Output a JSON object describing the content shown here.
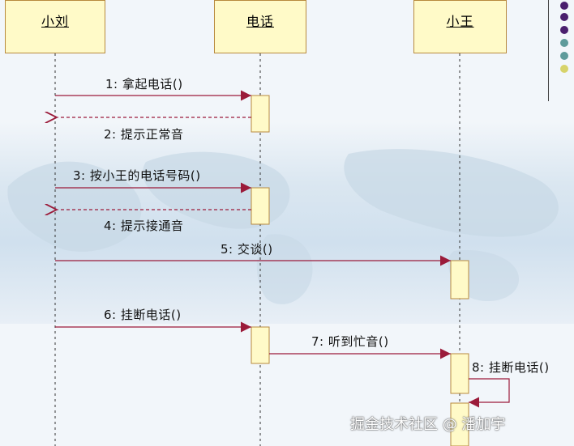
{
  "objects": [
    {
      "label": "小刘"
    },
    {
      "label": "电话"
    },
    {
      "label": "小王"
    }
  ],
  "messages": [
    {
      "label": "1: 拿起电话()"
    },
    {
      "label": "2: 提示正常音"
    },
    {
      "label": "3: 按小王的电话号码()"
    },
    {
      "label": "4: 提示接通音"
    },
    {
      "label": "5: 交谈()"
    },
    {
      "label": "6: 挂断电话()"
    },
    {
      "label": "7: 听到忙音()"
    },
    {
      "label": "8: 挂断电话()"
    }
  ],
  "watermark": "掘金技术社区 @ 潘加宇",
  "colors": {
    "object_fill": "#fffac8",
    "object_border": "#b88a3e",
    "message_line": "#9b1b3a",
    "activation_fill": "#fffac8",
    "dot_purple": "#4a1f6e",
    "dot_teal": "#5e9b9b",
    "dot_yellow": "#d7d36a"
  }
}
